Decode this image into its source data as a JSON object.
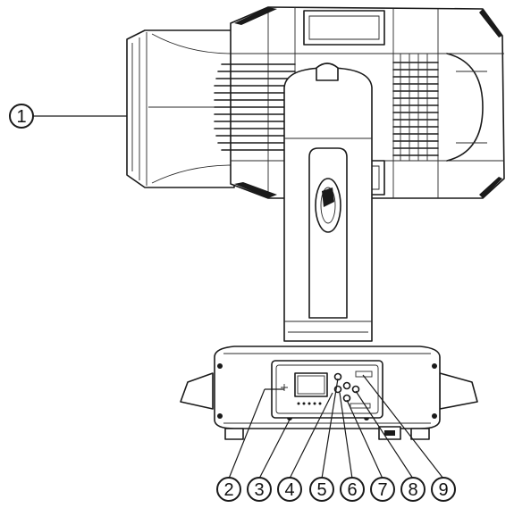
{
  "callouts": [
    "1",
    "2",
    "3",
    "4",
    "5",
    "6",
    "7",
    "8",
    "9"
  ],
  "colors": {
    "line": "#1a1a1a",
    "background": "#ffffff"
  }
}
